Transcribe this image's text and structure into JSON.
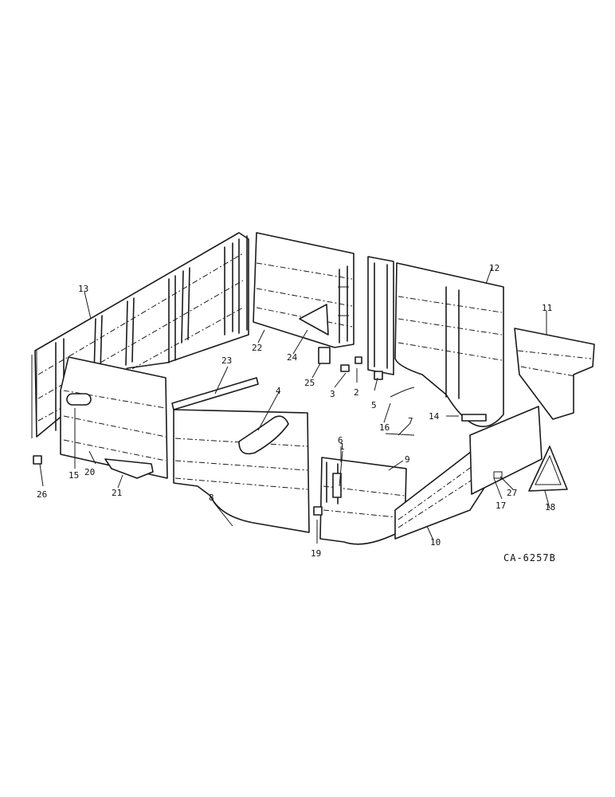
{
  "reference_code": "CA-6257B",
  "callouts": [
    {
      "id": "c1",
      "text": "1"
    },
    {
      "id": "c2",
      "text": "2"
    },
    {
      "id": "c3",
      "text": "3"
    },
    {
      "id": "c4",
      "text": "4"
    },
    {
      "id": "c5",
      "text": "5"
    },
    {
      "id": "c6",
      "text": "6"
    },
    {
      "id": "c7",
      "text": "7"
    },
    {
      "id": "c8",
      "text": "8"
    },
    {
      "id": "c9",
      "text": "9"
    },
    {
      "id": "c10",
      "text": "10"
    },
    {
      "id": "c11",
      "text": "11"
    },
    {
      "id": "c12",
      "text": "12"
    },
    {
      "id": "c13",
      "text": "13"
    },
    {
      "id": "c14",
      "text": "14"
    },
    {
      "id": "c15",
      "text": "15"
    },
    {
      "id": "c16",
      "text": "16"
    },
    {
      "id": "c17",
      "text": "17"
    },
    {
      "id": "c18",
      "text": "18"
    },
    {
      "id": "c19",
      "text": "19"
    },
    {
      "id": "c20",
      "text": "20"
    },
    {
      "id": "c21",
      "text": "21"
    },
    {
      "id": "c22",
      "text": "22"
    },
    {
      "id": "c23",
      "text": "23"
    },
    {
      "id": "c24",
      "text": "24"
    },
    {
      "id": "c25",
      "text": "25"
    },
    {
      "id": "c26",
      "text": "26"
    },
    {
      "id": "c27",
      "text": "27"
    }
  ]
}
